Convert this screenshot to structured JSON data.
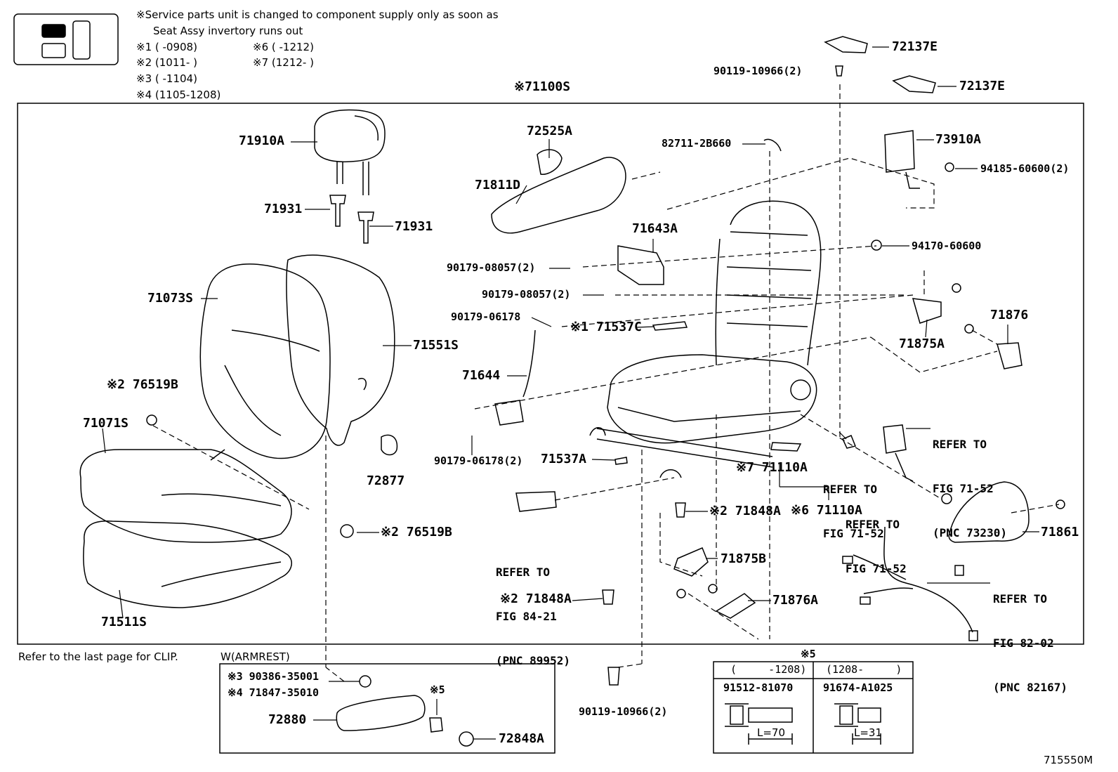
{
  "notes": {
    "service_line1": "※Service parts unit is changed to component supply only as soon as",
    "service_line2": "Seat Assy invertory runs out",
    "r1": "※1 (      -0908)",
    "r6": "※6 (      -1212)",
    "r2": "※2 (1011-      )",
    "r7": "※7 (1212-      )",
    "r3": "※3 (      -1104)",
    "r4": "※4 (1105-1208)",
    "clip": "Refer to the last page for CLIP.",
    "armrest_title": "W(ARMREST)",
    "figure_code": "715550M"
  },
  "assembly_label": "※71100S",
  "parts": {
    "p71910A": "71910A",
    "p71931_left": "71931",
    "p71931_right": "71931",
    "p71073S": "71073S",
    "p71551S": "71551S",
    "p76519B_top": "※2 76519B",
    "p71071S": "71071S",
    "p72877": "72877",
    "p76519B_bottom": "※2 76519B",
    "p71511S": "71511S",
    "p72525A": "72525A",
    "p71811D": "71811D",
    "p71643A": "71643A",
    "p90179_08057_a": "90179-08057(2)",
    "p90179_08057_b": "90179-08057(2)",
    "p90179_06178": "90179-06178",
    "p71537C": "※1 71537C",
    "p71644": "71644",
    "p90179_06178_2": "90179-06178(2)",
    "p71537A": "71537A",
    "p82711": "82711-2B660",
    "p90119_top": "90119-10966(2)",
    "p72137E_a": "72137E",
    "p72137E_b": "72137E",
    "p73910A": "73910A",
    "p94185": "94185-60600(2)",
    "p94170": "94170-60600",
    "p71876": "71876",
    "p71875A": "71875A",
    "p71110A_7": "※7 71110A",
    "p71110A_6": "※6 71110A",
    "p71848A_a": "※2 71848A",
    "p71848A_b": "※2 71848A",
    "p71875B": "71875B",
    "p71876A": "71876A",
    "p71861": "71861",
    "p90119_bottom": "90119-10966(2)",
    "p90386": "※3 90386-35001",
    "p71847": "※4 71847-35010",
    "p72880": "72880",
    "p72848A": "72848A",
    "p_star5_arm": "※5"
  },
  "refs": {
    "fig8421": [
      "REFER TO",
      "FIG 84-21",
      "(PNC 89952)"
    ],
    "fig7152_a": [
      "REFER TO",
      "FIG 71-52"
    ],
    "fig7152_b": [
      "REFER TO",
      "FIG 71-52"
    ],
    "fig7152_pnc": [
      "REFER TO",
      "FIG 71-52",
      "(PNC 73230)"
    ],
    "fig8202": [
      "REFER TO",
      "FIG 82-02",
      "(PNC 82167)"
    ]
  },
  "bolt_table": {
    "title": "※5",
    "col1_range": "(     -1208)",
    "col2_range": "(1208-     )",
    "col1_part": "91512-81070",
    "col2_part": "91674-A1025",
    "col1_len": "L=70",
    "col2_len": "L=31"
  }
}
